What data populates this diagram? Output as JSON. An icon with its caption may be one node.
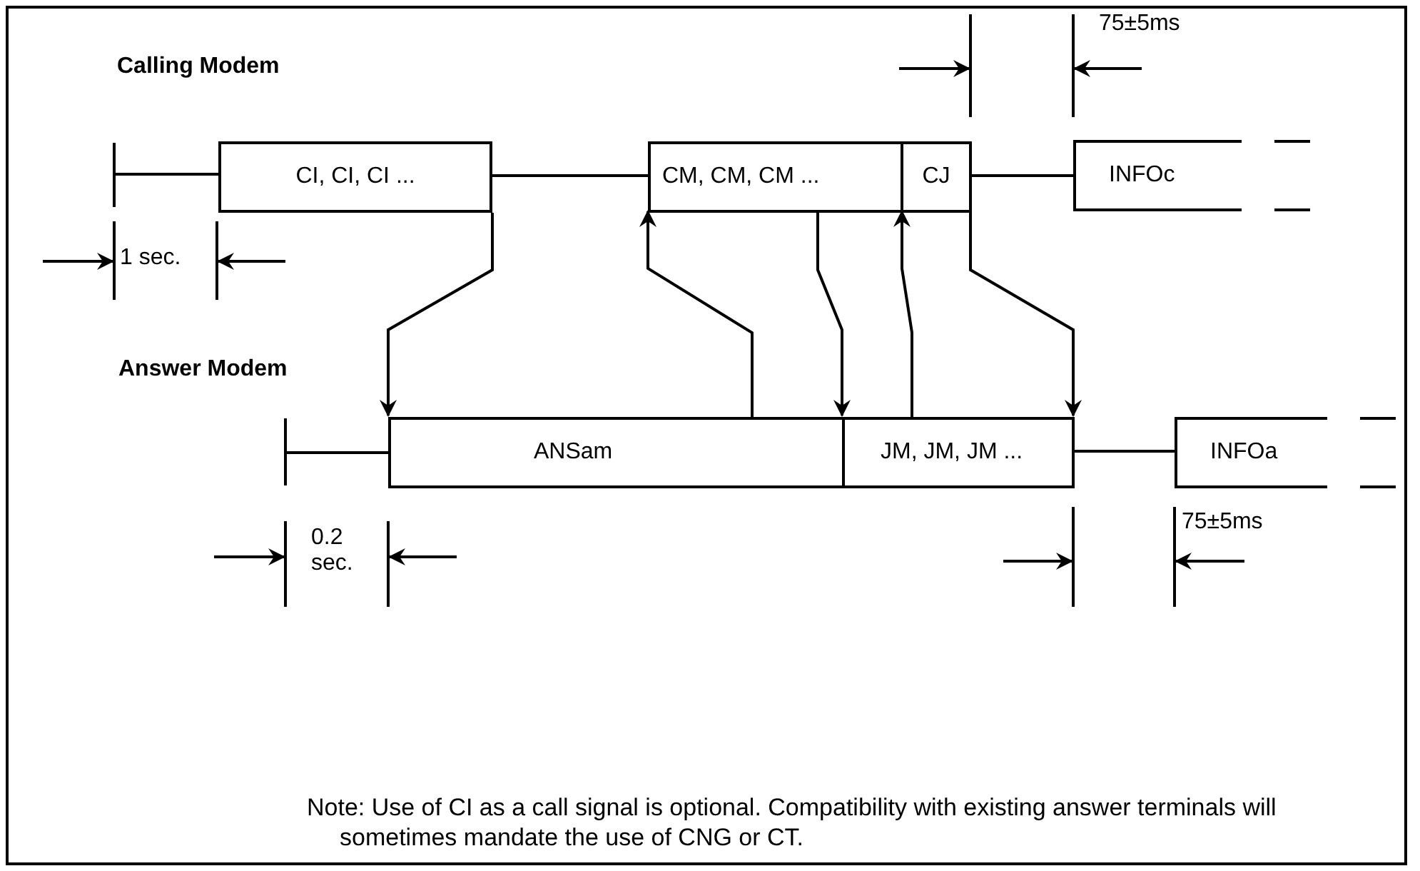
{
  "diagram": {
    "nodes": [
      {
        "text": [
          "CI, CI, CI ..."
        ]
      },
      {
        "text": [
          "CM, CM, CM ..."
        ]
      },
      {
        "text": [
          "CJ"
        ]
      },
      {
        "text": [
          "INFOc"
        ]
      },
      {
        "text": [
          "ANSam"
        ]
      },
      {
        "text": [
          "JM, JM, JM ..."
        ]
      },
      {
        "text": [
          "INFOa"
        ]
      }
    ],
    "edges": [
      {
        "from": 0,
        "to": 4,
        "arrow": "to"
      },
      {
        "from": 4,
        "to": 1,
        "arrow": "to"
      },
      {
        "from": 1,
        "to": 5,
        "arrow": "to"
      },
      {
        "from": 5,
        "to": 2,
        "arrow": "to"
      },
      {
        "from": 2,
        "to": 5,
        "arrow": "to"
      },
      {
        "from": 0,
        "to": 1,
        "arrow": "none"
      },
      {
        "from": 2,
        "to": 3,
        "arrow": "none"
      },
      {
        "from": 5,
        "to": 6,
        "arrow": "none"
      }
    ],
    "labels": [
      "75±5ms",
      "Calling Modem",
      "1 sec.",
      "Answer Modem",
      "0.2 sec.",
      "75±5ms",
      "Note: Use of CI as a call signal is optional. Compatibility with existing answer terminals will sometimes mandate the use of CNG or CT."
    ]
  }
}
